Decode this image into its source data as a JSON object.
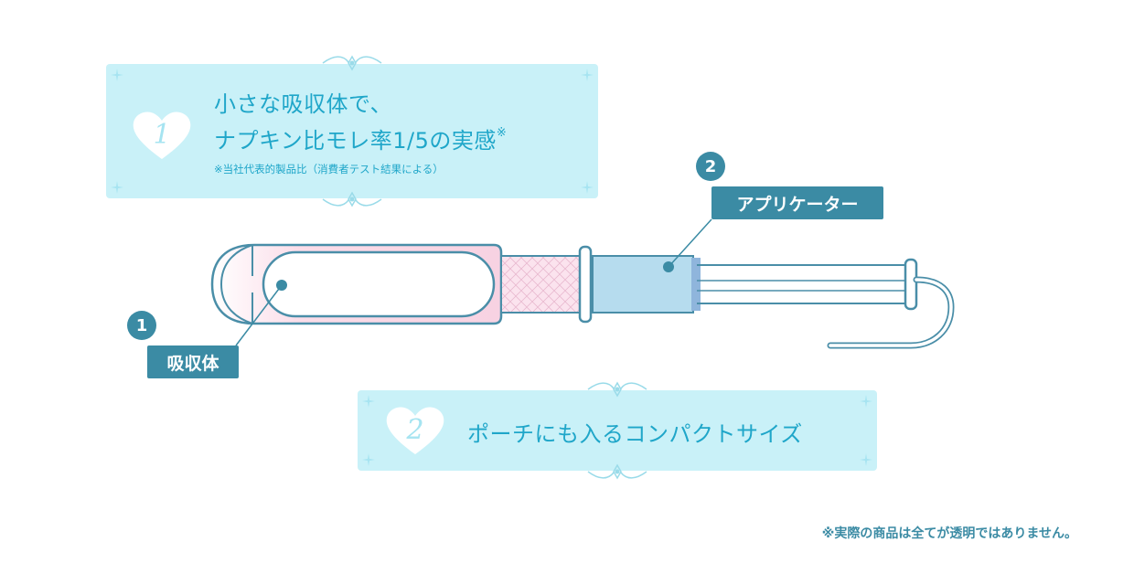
{
  "card1": {
    "number": "1",
    "line1": "小さな吸収体で、",
    "line2": "ナプキン比モレ率1/5の実感",
    "line2_mark": "※",
    "note": "※当社代表的製品比（消費者テスト結果による）"
  },
  "card2": {
    "number": "2",
    "text": "ポーチにも入るコンパクトサイズ"
  },
  "callout1": {
    "number": "1",
    "label": "吸収体"
  },
  "callout2": {
    "number": "2",
    "label": "アプリケーター"
  },
  "footnote": "※実際の商品は全てが透明ではありません。",
  "colors": {
    "card_bg": "#c9f1f8",
    "text_blue": "#1fa6c9",
    "label_bg": "#3b8ba4",
    "product_outline": "#4a8ea8",
    "absorbent_pink": "#fbe6ef",
    "applicator_blue": "#b6dcee"
  }
}
